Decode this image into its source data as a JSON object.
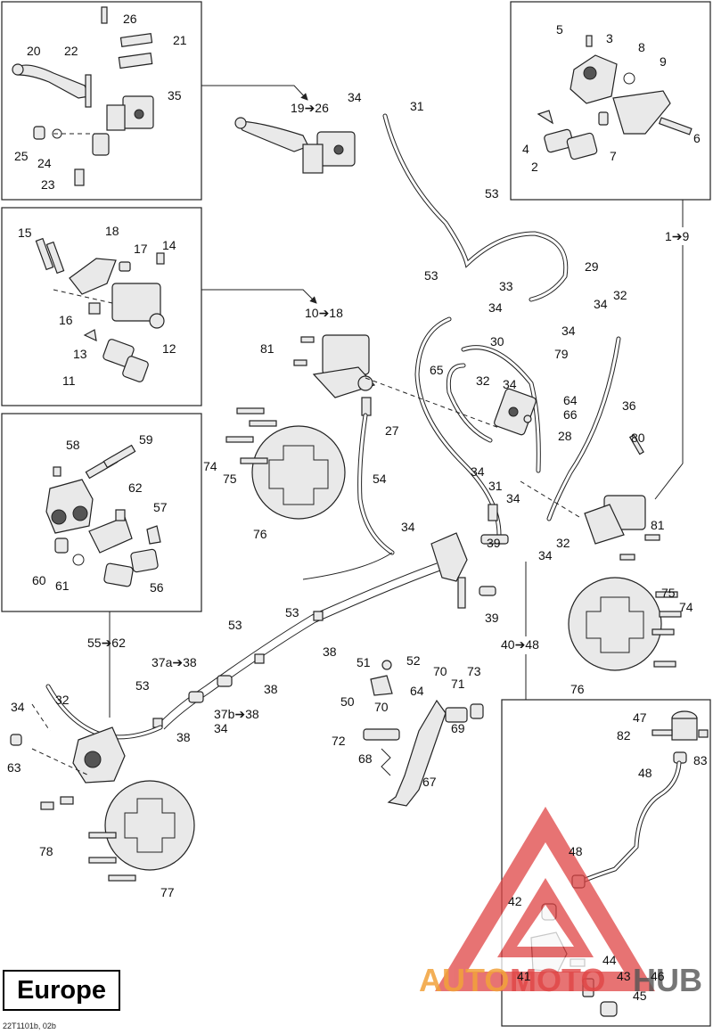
{
  "labels": {
    "tl": [
      "20",
      "22",
      "26",
      "21",
      "35",
      "25",
      "24",
      "23",
      "19➔26"
    ],
    "ml": [
      "15",
      "18",
      "17",
      "14",
      "16",
      "12",
      "13",
      "11",
      "10➔18"
    ],
    "bl": [
      "58",
      "59",
      "62",
      "57",
      "60",
      "61",
      "56",
      "55➔62"
    ],
    "tr": [
      "5",
      "3",
      "8",
      "9",
      "4",
      "2",
      "7",
      "6",
      "1➔9"
    ],
    "center": [
      "34",
      "31",
      "53",
      "29",
      "53",
      "33",
      "34",
      "34",
      "32",
      "34",
      "81",
      "30",
      "79",
      "65",
      "32",
      "34",
      "64",
      "66",
      "36",
      "27",
      "28",
      "80",
      "74",
      "75",
      "54",
      "34",
      "31",
      "34",
      "76",
      "34",
      "39",
      "32",
      "34",
      "81",
      "39",
      "75",
      "74",
      "76",
      "40➔48",
      "53",
      "38",
      "53",
      "38",
      "51",
      "52",
      "70",
      "73",
      "64",
      "71",
      "69",
      "50",
      "70",
      "72",
      "68",
      "67",
      "53",
      "38",
      "37a➔38",
      "37b➔38",
      "34",
      "34",
      "32",
      "63",
      "78",
      "77"
    ],
    "br": [
      "47",
      "82",
      "83",
      "48",
      "48",
      "42",
      "44",
      "41",
      "43",
      "46",
      "45"
    ]
  },
  "region_stamp": "Europe",
  "figure_code": "22T1101b, 02b",
  "watermark": {
    "prefix": "AUTO",
    "middle": "MOTO",
    "suffix": "HUB"
  },
  "colors": {
    "watermark_red": "#e04545",
    "watermark_orange": "#f2a23a",
    "ink": "#111111"
  }
}
